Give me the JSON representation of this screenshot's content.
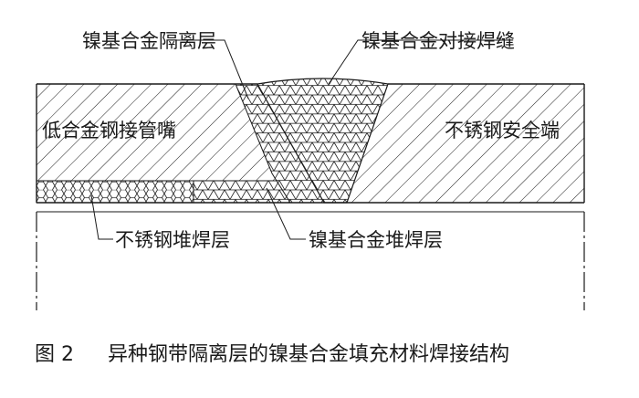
{
  "labels": {
    "buffer_layer": "镍基合金隔离层",
    "butt_weld": "镍基合金对接焊缝",
    "low_alloy_nozzle": "低合金钢接管嘴",
    "ss_safe_end": "不锈钢安全端",
    "ss_overlay": "不锈钢堆焊层",
    "ni_overlay": "镍基合金堆焊层"
  },
  "caption": {
    "number": "图 2",
    "title": "异种钢带隔离层的镍基合金填充材料焊接结构"
  },
  "colors": {
    "line": "#1a1a1a",
    "background": "#ffffff"
  }
}
